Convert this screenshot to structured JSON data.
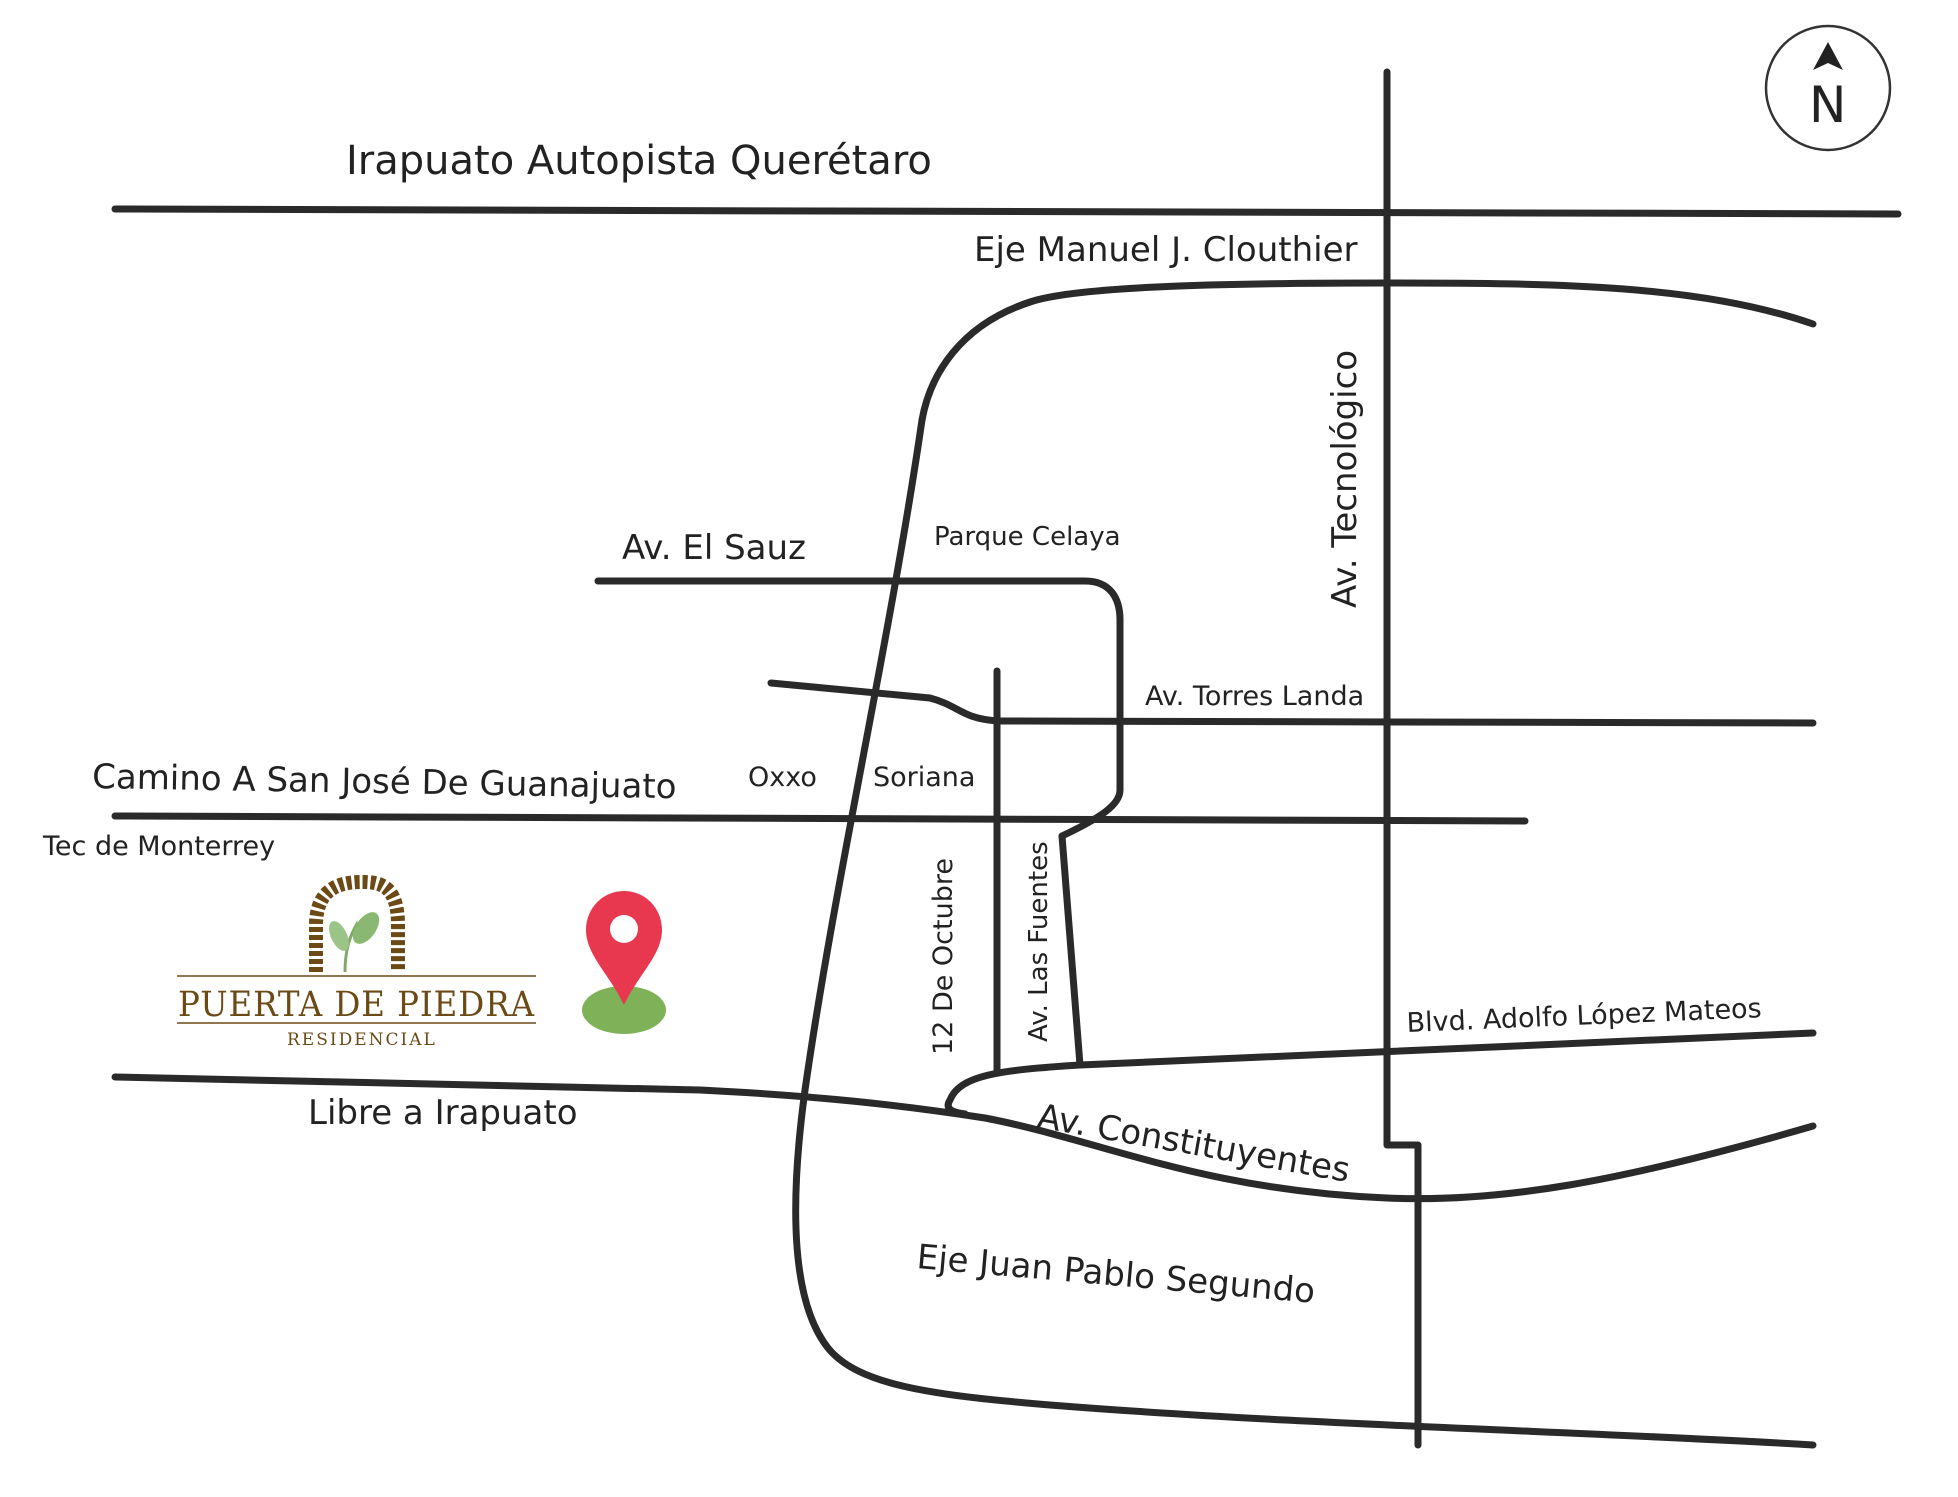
{
  "map": {
    "roads": {
      "irapuato_autopista": "Irapuato Autopista Querétaro",
      "eje_clouthier": "Eje Manuel J. Clouthier",
      "tecnologico": "Av. Tecnológico",
      "el_sauz": "Av. El Sauz",
      "torres_landa": "Av. Torres Landa",
      "camino_san_jose": "Camino A San José De Guanajuato",
      "doce_octubre": "12 De Octubre",
      "las_fuentes": "Av. Las Fuentes",
      "lopez_mateos": "Blvd. Adolfo López Mateos",
      "libre_irapuato": "Libre a Irapuato",
      "constituyentes": "Av. Constituyentes",
      "juan_pablo": "Eje Juan Pablo Segundo"
    },
    "landmarks": {
      "parque_celaya": "Parque Celaya",
      "oxxo": "Oxxo",
      "soriana": "Soriana",
      "tec_monterrey": "Tec de Monterrey"
    },
    "compass": {
      "label": "N",
      "icon": "north-arrow-icon"
    },
    "logo": {
      "name": "PUERTA DE PIEDRA",
      "subtitle": "RESIDENCIAL",
      "icon": "stone-arch-leaf-icon",
      "color": "#6b4a16"
    },
    "marker": {
      "icon": "location-pin-icon",
      "color": "#e8384f"
    }
  }
}
